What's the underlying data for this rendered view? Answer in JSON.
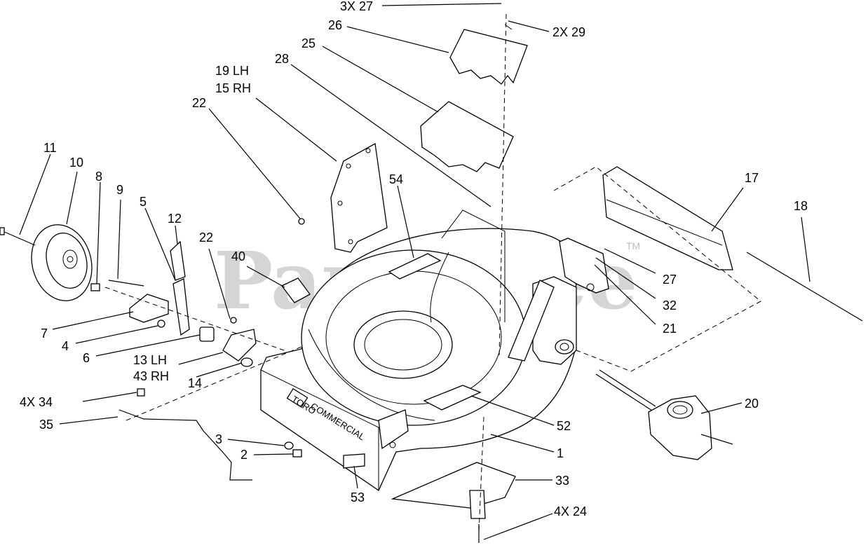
{
  "watermark": {
    "text": "PartsTree",
    "trademark": "TM"
  },
  "deck_print": {
    "brand": "TORO",
    "model": "COMMERCIAL"
  },
  "callouts": [
    {
      "id": "c-3x27",
      "text": "3X 27"
    },
    {
      "id": "c-2x29",
      "text": "2X 29"
    },
    {
      "id": "c-26",
      "text": "26"
    },
    {
      "id": "c-25",
      "text": "25"
    },
    {
      "id": "c-28",
      "text": "28"
    },
    {
      "id": "c-19lh",
      "text": "19 LH"
    },
    {
      "id": "c-15rh",
      "text": "15 RH"
    },
    {
      "id": "c-22a",
      "text": "22"
    },
    {
      "id": "c-54",
      "text": "54"
    },
    {
      "id": "c-17",
      "text": "17"
    },
    {
      "id": "c-18",
      "text": "18"
    },
    {
      "id": "c-11",
      "text": "11"
    },
    {
      "id": "c-10",
      "text": "10"
    },
    {
      "id": "c-8",
      "text": "8"
    },
    {
      "id": "c-9",
      "text": "9"
    },
    {
      "id": "c-5",
      "text": "5"
    },
    {
      "id": "c-12",
      "text": "12"
    },
    {
      "id": "c-22b",
      "text": "22"
    },
    {
      "id": "c-40",
      "text": "40"
    },
    {
      "id": "c-27",
      "text": "27"
    },
    {
      "id": "c-32",
      "text": "32"
    },
    {
      "id": "c-21",
      "text": "21"
    },
    {
      "id": "c-7",
      "text": "7"
    },
    {
      "id": "c-4",
      "text": "4"
    },
    {
      "id": "c-6",
      "text": "6"
    },
    {
      "id": "c-13lh",
      "text": "13 LH"
    },
    {
      "id": "c-43rh",
      "text": "43 RH"
    },
    {
      "id": "c-14",
      "text": "14"
    },
    {
      "id": "c-4x34",
      "text": "4X 34"
    },
    {
      "id": "c-35",
      "text": "35"
    },
    {
      "id": "c-3",
      "text": "3"
    },
    {
      "id": "c-2",
      "text": "2"
    },
    {
      "id": "c-20",
      "text": "20"
    },
    {
      "id": "c-52",
      "text": "52"
    },
    {
      "id": "c-1",
      "text": "1"
    },
    {
      "id": "c-33",
      "text": "33"
    },
    {
      "id": "c-53",
      "text": "53"
    },
    {
      "id": "c-4x24",
      "text": "4X 24"
    }
  ]
}
